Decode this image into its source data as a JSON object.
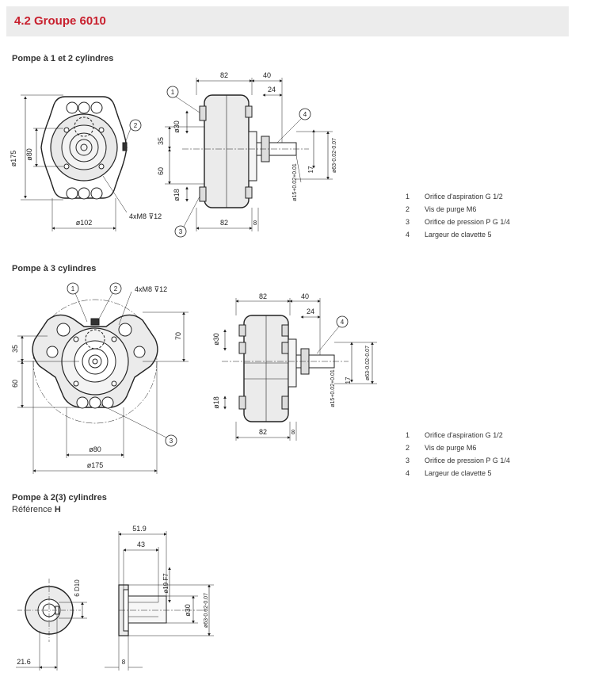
{
  "header": {
    "title": "4.2 Groupe 6010"
  },
  "sections": [
    {
      "title": "Pompe à 1 et 2 cylindres"
    },
    {
      "title": "Pompe à 3 cylindres"
    },
    {
      "title": "Pompe à 2(3) cylindres",
      "subtitle_prefix": "Référence ",
      "subtitle_bold": "H"
    }
  ],
  "legend": [
    {
      "num": "1",
      "text": "Orifice d'aspiration G 1/2"
    },
    {
      "num": "2",
      "text": "Vis de purge M6"
    },
    {
      "num": "3",
      "text": "Orifice de pression P G 1/4"
    },
    {
      "num": "4",
      "text": "Largeur de clavette 5"
    }
  ],
  "drawing1": {
    "d175": "ø175",
    "d80": "ø80",
    "d102": "ø102",
    "bolt": "4xM8 ⊽12",
    "w82_top": "82",
    "w40": "40",
    "w24": "24",
    "d30": "ø30",
    "v35": "35",
    "v60": "60",
    "d18": "ø18",
    "w82_bot": "82",
    "w8": "8",
    "d15": "ø15+0.02+0.01",
    "d63": "ø63-0.02-0.07",
    "v17": "17",
    "c1": "1",
    "c2": "2",
    "c3": "3",
    "c4": "4"
  },
  "drawing2": {
    "c1": "1",
    "c2": "2",
    "c3": "3",
    "c4": "4",
    "bolt": "4xM8 ⊽12",
    "v35": "35",
    "v60": "60",
    "v70": "70",
    "d80": "ø80",
    "d175": "ø175",
    "w82_top": "82",
    "w40": "40",
    "w24": "24",
    "d30": "ø30",
    "d18": "ø18",
    "w82_bot": "82",
    "w8": "8",
    "d15": "ø15+0.02+0.01",
    "d63": "ø63-0.02-0.07",
    "v17": "17"
  },
  "drawing3": {
    "w519": "51.9",
    "w43": "43",
    "d19": "ø19 F7",
    "v6": "6 D10",
    "d30": "ø30",
    "d63": "ø63-0.02-0.07",
    "w216": "21.6",
    "w8": "8"
  }
}
